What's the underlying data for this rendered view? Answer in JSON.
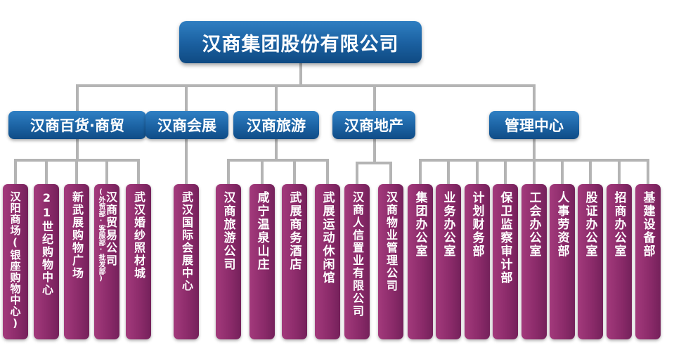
{
  "root": {
    "label": "汉商集团股份有限公司"
  },
  "divisions": [
    {
      "label": "汉商百货·商贸"
    },
    {
      "label": "汉商会展"
    },
    {
      "label": "汉商旅游"
    },
    {
      "label": "汉商地产"
    },
    {
      "label": "管理中心"
    }
  ],
  "units": [
    {
      "label": "汉阳商场(银座购物中心)"
    },
    {
      "label": "21世纪购物中心"
    },
    {
      "label": "新武展购物广场"
    },
    {
      "label": "汉商贸易公司",
      "note": "(外贸部·客服部·批发部)"
    },
    {
      "label": "武汉婚纱照材城"
    },
    {
      "label": "武汉国际会展中心"
    },
    {
      "label": "汉商旅游公司"
    },
    {
      "label": "咸宁温泉山庄"
    },
    {
      "label": "武展商务酒店"
    },
    {
      "label": "武展运动休闲馆"
    },
    {
      "label": "汉商人信置业有限公司"
    },
    {
      "label": "汉商物业管理公司"
    },
    {
      "label": "集团办公室"
    },
    {
      "label": "业务办公室"
    },
    {
      "label": "计划财务部"
    },
    {
      "label": "保卫监察审计部"
    },
    {
      "label": "工会办公室"
    },
    {
      "label": "人事劳资部"
    },
    {
      "label": "股证办公室"
    },
    {
      "label": "招商办公室"
    },
    {
      "label": "基建设备部"
    }
  ],
  "colors": {
    "root": "#1a5f9f",
    "division": "#1a60a0",
    "unit": "#8a2a69",
    "connector": "#b4b4b4"
  }
}
